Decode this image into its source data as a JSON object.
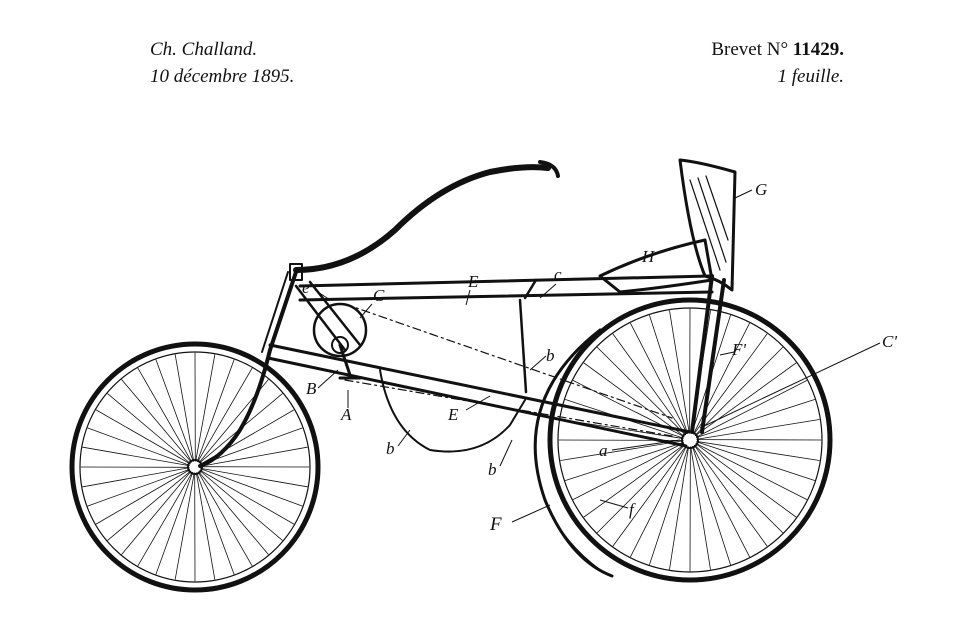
{
  "header": {
    "inventor": "Ch. Challand.",
    "date": "10 décembre 1895.",
    "patent_prefix": "Brevet N°",
    "patent_number": "11429.",
    "sheets": "1 feuille."
  },
  "labels": {
    "e_top": "e",
    "C": "C",
    "E_top": "E",
    "c": "c",
    "G": "G",
    "H": "H",
    "F_prime": "F'",
    "C_prime": "C'",
    "b_mid": "b",
    "B": "B",
    "A": "A",
    "E_low": "E",
    "b_left": "b",
    "b_right": "b",
    "a": "a",
    "F": "F",
    "f": "f"
  },
  "colors": {
    "ink": "#111111",
    "paper": "#ffffff"
  }
}
